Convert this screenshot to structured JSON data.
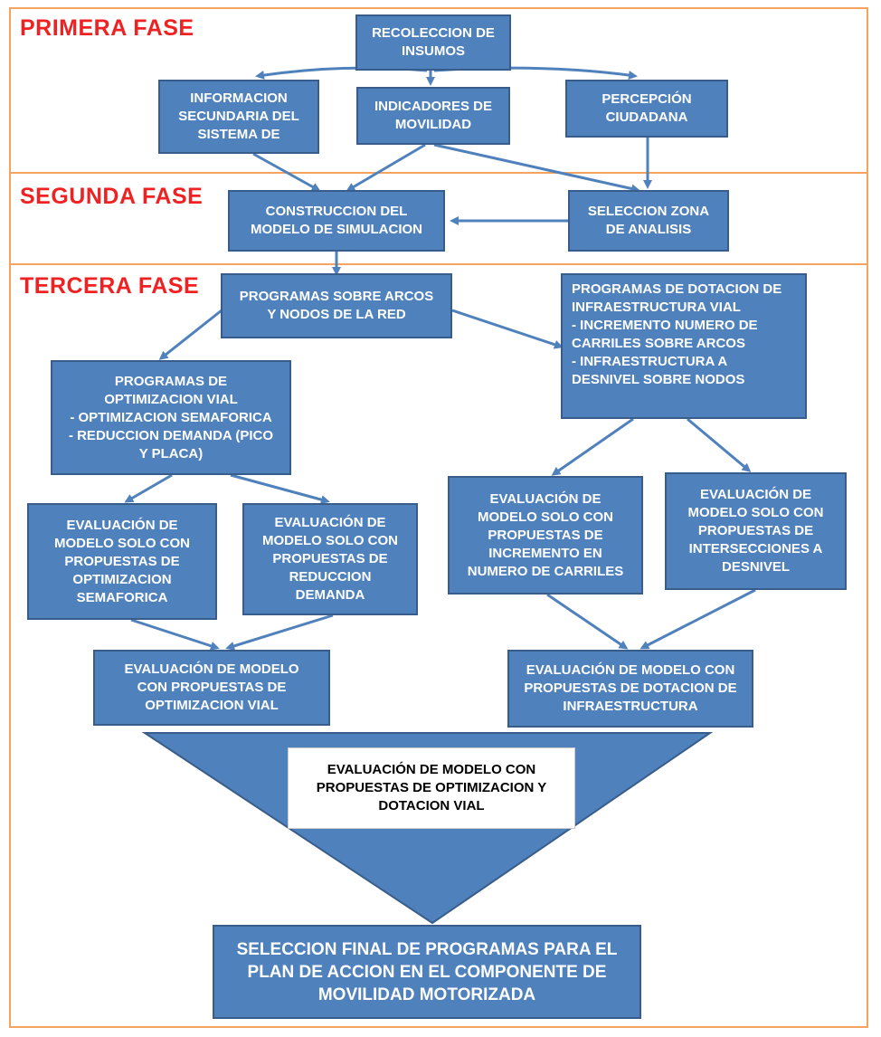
{
  "colors": {
    "box_fill": "#4f81bd",
    "box_border": "#385d8a",
    "phase_title": "#ee2222",
    "frame": "#f4a460",
    "arrow": "#4f81bd"
  },
  "phases": {
    "first": "PRIMERA FASE",
    "second": "SEGUNDA FASE",
    "third": "TERCERA FASE"
  },
  "nodes": {
    "recoleccion": "RECOLECCION DE\nINSUMOS",
    "info_secundaria": "INFORMACION\nSECUNDARIA DEL\nSISTEMA DE",
    "indicadores": "INDICADORES DE\nMOVILIDAD",
    "percepcion": "PERCEPCIÓN\nCIUDADANA",
    "construccion": "CONSTRUCCION DEL\nMODELO DE SIMULACION",
    "seleccion_zona": "SELECCION ZONA\nDE ANALISIS",
    "programas_arcos": "PROGRAMAS SOBRE ARCOS\nY NODOS DE LA RED",
    "programas_dotacion": "PROGRAMAS DE DOTACION DE\nINFRAESTRUCTURA VIAL\n -  INCREMENTO NUMERO DE\nCARRILES SOBRE ARCOS\n -  INFRAESTRUCTURA A\nDESNIVEL SOBRE NODOS",
    "programas_optimizacion": "PROGRAMAS DE\nOPTIMIZACION VIAL\n- OPTIMIZACION SEMAFORICA\n-  REDUCCION DEMANDA (PICO\nY PLACA)",
    "eval_semaforica": "EVALUACIÓN DE\nMODELO SOLO CON\nPROPUESTAS DE\nOPTIMIZACION\nSEMAFORICA",
    "eval_reduccion": "EVALUACIÓN DE\nMODELO SOLO CON\nPROPUESTAS DE\nREDUCCION\nDEMANDA",
    "eval_carriles": "EVALUACIÓN DE\nMODELO SOLO CON\nPROPUESTAS DE\nINCREMENTO EN\nNUMERO DE CARRILES",
    "eval_desnivel": "EVALUACIÓN DE\nMODELO SOLO CON\nPROPUESTAS DE\nINTERSECCIONES A\nDESNIVEL",
    "eval_optimizacion_vial": "EVALUACIÓN DE MODELO\nCON PROPUESTAS DE\nOPTIMIZACION VIAL",
    "eval_dotacion": "EVALUACIÓN DE MODELO  CON\nPROPUESTAS DE DOTACION DE\nINFRAESTRUCTURA",
    "eval_combinada": "EVALUACIÓN DE MODELO CON\nPROPUESTAS DE OPTIMIZACION Y\nDOTACION VIAL",
    "seleccion_final": "SELECCION FINAL DE PROGRAMAS PARA EL\nPLAN DE ACCION  EN EL COMPONENTE DE\nMOVILIDAD MOTORIZADA"
  }
}
